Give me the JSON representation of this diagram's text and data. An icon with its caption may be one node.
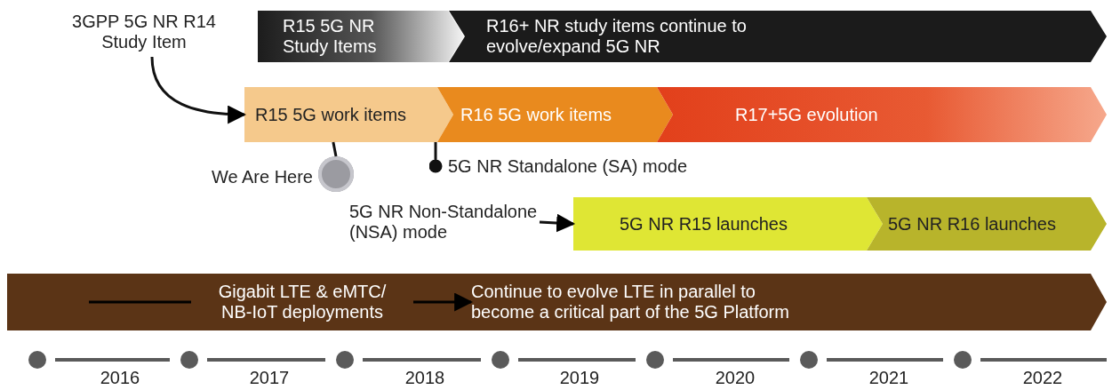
{
  "diagram": {
    "nodes": [
      {
        "text": [
          "3GPP 5G NR R14 Study Item"
        ]
      },
      {
        "text": [
          "R15 5G NR Study Items"
        ]
      },
      {
        "text": [
          "R16+ NR study items continue to evolve/expand 5G NR"
        ]
      },
      {
        "text": [
          "R15 5G work items"
        ]
      },
      {
        "text": [
          "R16 5G work items"
        ]
      },
      {
        "text": [
          "R17+5G evolution"
        ]
      },
      {
        "text": [],
        "shape": "circle",
        "beside": [
          "We Are Here"
        ]
      },
      {
        "text": [
          "5G NR Standalone (SA) mode"
        ]
      },
      {
        "text": [
          "5G NR Non-Standalone (NSA) mode"
        ]
      },
      {
        "text": [
          "5G NR R15 launches"
        ]
      },
      {
        "text": [
          "5G NR R16 launches"
        ]
      },
      {
        "text": [],
        "shape": "bar"
      },
      {
        "text": [
          "Gigabit LTE & eMTC/ NB-IoT deployments"
        ],
        "in": 11
      },
      {
        "text": [
          "Continue to evolve LTE in parallel to become a critical part of the 5G Platform"
        ],
        "in": 11
      }
    ],
    "edges": [
      {
        "from": 0,
        "to": 3,
        "arrow": "to"
      },
      {
        "from": 3,
        "to": 6,
        "arrow": "none"
      },
      {
        "from": 3,
        "to": 7,
        "arrow": "other"
      },
      {
        "from": 8,
        "to": 9,
        "arrow": "to"
      },
      {
        "from": null,
        "to": 12,
        "arrow": "none",
        "color": "#000000"
      },
      {
        "from": 12,
        "to": 13,
        "arrow": "to",
        "color": "#000000"
      }
    ],
    "labels": [
      "2016",
      "2017",
      "2018",
      "2019",
      "2020",
      "2021",
      "2022"
    ]
  }
}
